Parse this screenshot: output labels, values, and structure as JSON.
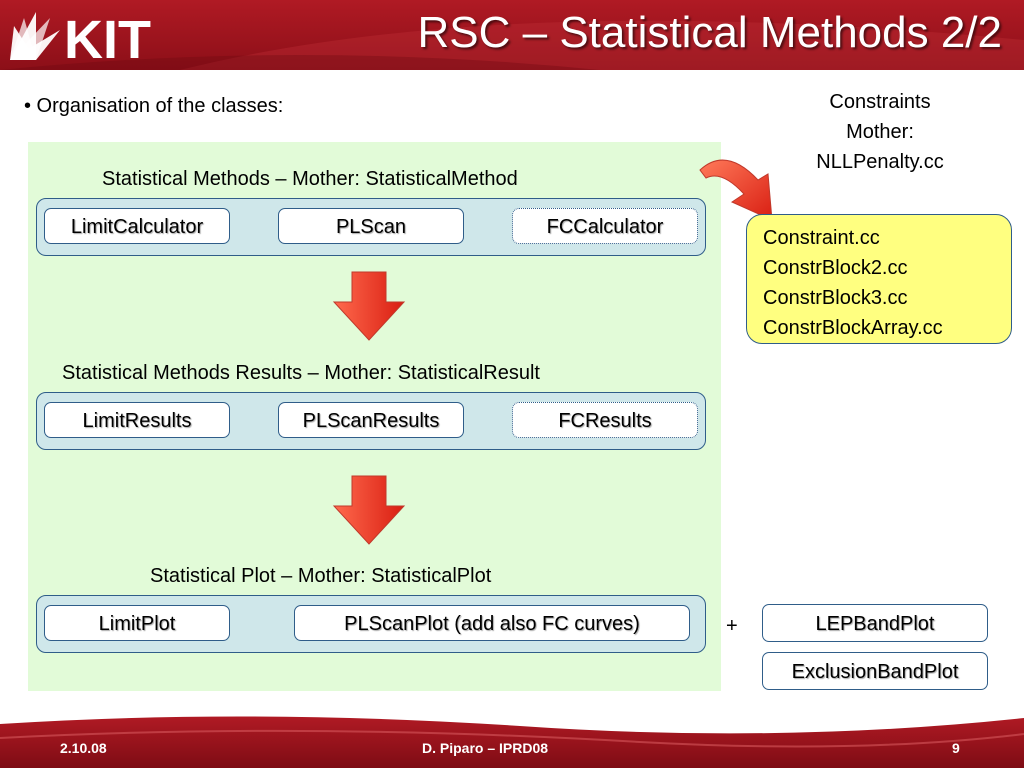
{
  "header": {
    "logo_text": "KIT",
    "title": "RSC – Statistical Methods 2/2"
  },
  "intro": {
    "bullet": "• Organisation of the classes:"
  },
  "methods": {
    "title": "Statistical Methods – Mother: StatisticalMethod",
    "classes": [
      "LimitCalculator",
      "PLScan",
      "FCCalculator"
    ]
  },
  "results": {
    "title": "Statistical Methods Results – Mother: StatisticalResult",
    "classes": [
      "LimitResults",
      "PLScanResults",
      "FCResults"
    ]
  },
  "plots": {
    "title": "Statistical Plot – Mother: StatisticalPlot",
    "classes": [
      "LimitPlot",
      "PLScanPlot (add also FC curves)"
    ],
    "plus": "+",
    "extra": [
      "LEPBandPlot",
      "ExclusionBandPlot"
    ]
  },
  "constraints": {
    "header": [
      "Constraints",
      "Mother:",
      "NLLPenalty.cc"
    ],
    "files": [
      "Constraint.cc",
      "ConstrBlock2.cc",
      "ConstrBlock3.cc",
      "ConstrBlockArray.cc"
    ]
  },
  "footer": {
    "date": "2.10.08",
    "author": "D. Piparo – IPRD08",
    "page": "9"
  },
  "colors": {
    "brand_red": "#a8141e",
    "panel_green": "#e2fbd8",
    "tray_blue": "#cfe7ea",
    "border_blue": "#2f5d89",
    "note_yellow": "#ffff80",
    "arrow_red": "#ee3322"
  }
}
